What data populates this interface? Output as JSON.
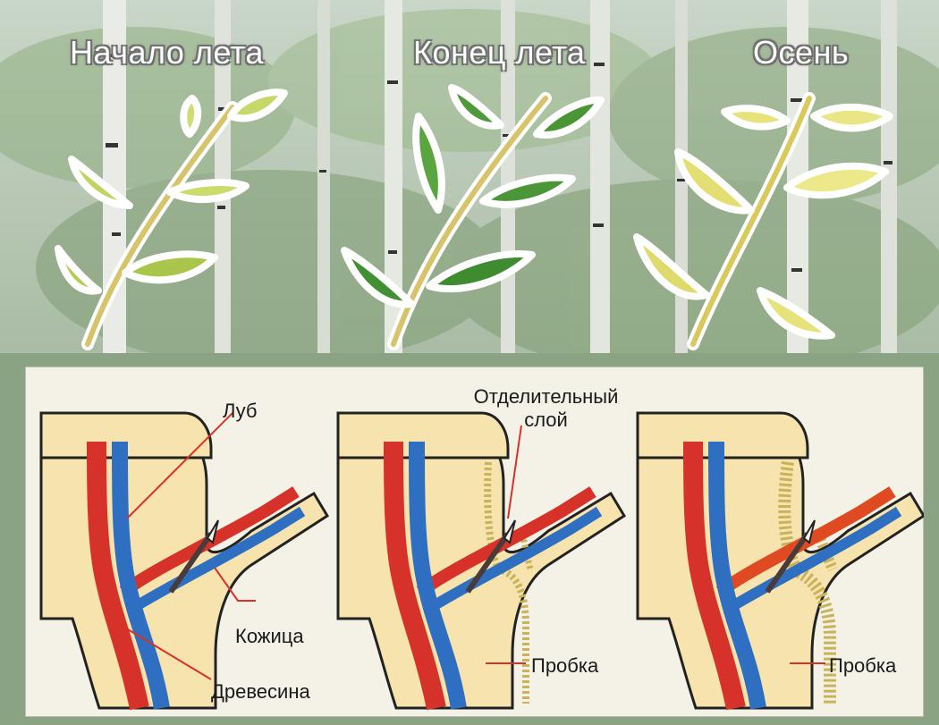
{
  "seasons": {
    "early_summer": "Начало лета",
    "late_summer": "Конец лета",
    "autumn": "Осень"
  },
  "labels": {
    "bast": "Луб",
    "separating_layer_line1": "Отделительный",
    "separating_layer_line2": "слой",
    "skin": "Кожица",
    "wood": "Древесина",
    "cork_middle": "Пробка",
    "cork_right": "Пробка"
  },
  "colors": {
    "wood_red": "#d6322a",
    "bast_blue": "#2f6fc2",
    "stem_fill": "#f7e3ad",
    "cork": "#c9b25a",
    "leaf_early": "#c9d96a",
    "leaf_late": "#4f9a3a",
    "leaf_autumn": "#e7e27a"
  }
}
